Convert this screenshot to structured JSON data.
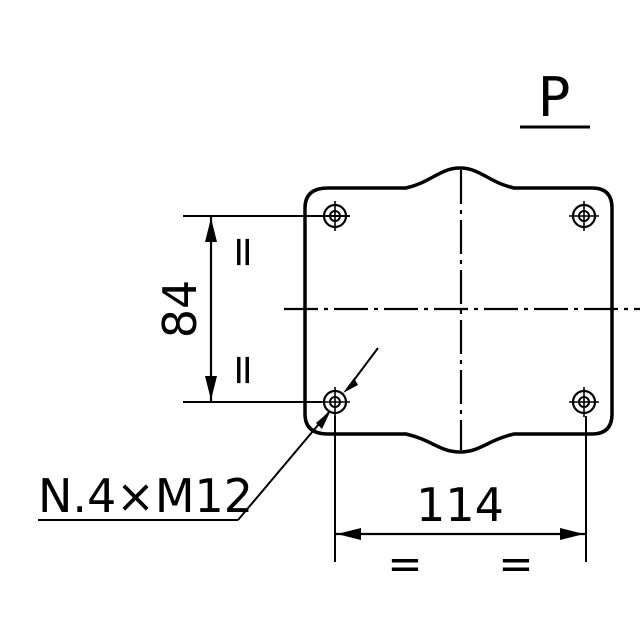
{
  "view_label": "P",
  "dimensions": {
    "vertical_spacing": "84",
    "horizontal_spacing": "114"
  },
  "symmetry_mark": "=",
  "hole_callout": "N.4×M12"
}
